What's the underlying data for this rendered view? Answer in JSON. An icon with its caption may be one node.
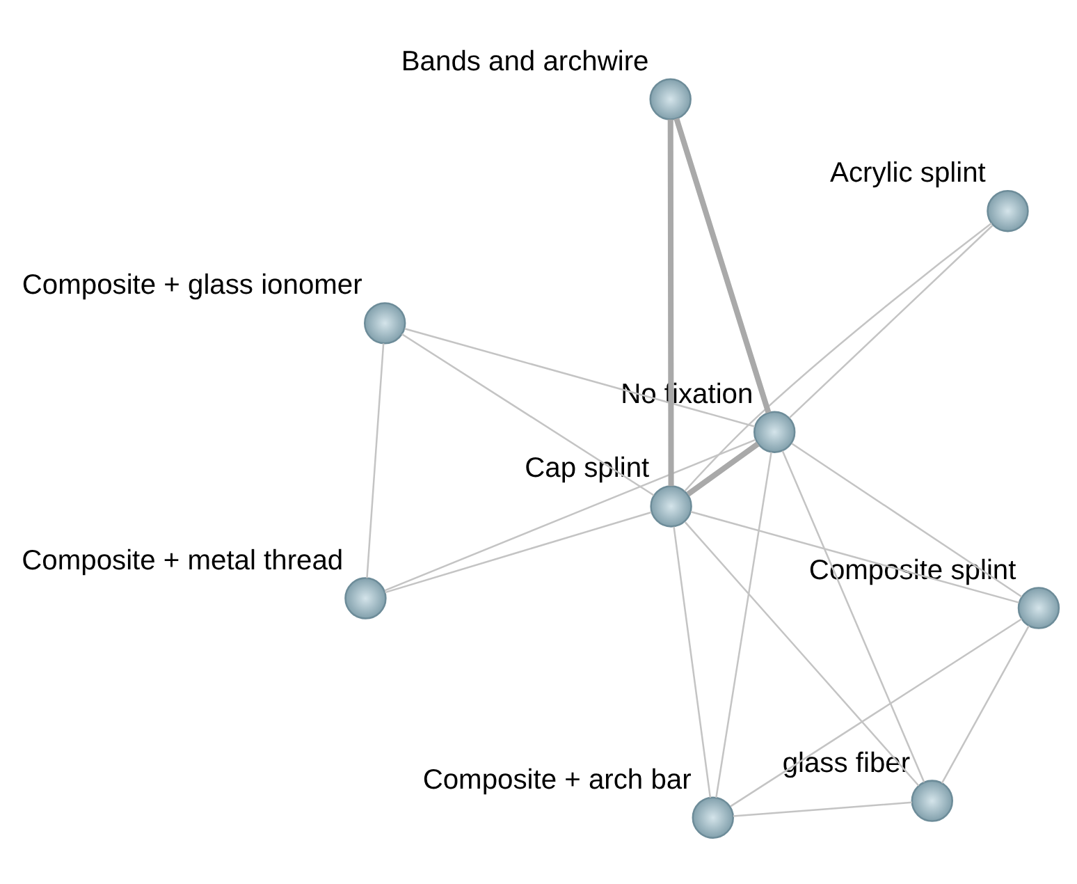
{
  "diagram": {
    "nodes": [
      {
        "text": [
          "Composite + glass ionomer"
        ]
      },
      {
        "text": [
          "Acrylic splint"
        ]
      },
      {
        "text": [
          "Composite + metal thread"
        ]
      },
      {
        "text": [
          "Bands and archwire"
        ]
      },
      {
        "text": [
          "No fixation"
        ]
      },
      {
        "text": [
          "Cap splint"
        ]
      },
      {
        "text": [
          "Composite + arch bar"
        ]
      },
      {
        "text": [
          "Composite splint"
        ]
      },
      {
        "text": [
          "glass fiber"
        ]
      }
    ],
    "edges": [
      {
        "from": 1,
        "to": 4,
        "arrow": "none"
      },
      {
        "from": 1,
        "to": 5,
        "arrow": "none"
      },
      {
        "from": 3,
        "to": 4,
        "arrow": "none",
        "style": "thick"
      },
      {
        "from": 3,
        "to": 5,
        "arrow": "none",
        "style": "thick"
      },
      {
        "from": 4,
        "to": 5,
        "arrow": "none",
        "style": "thick"
      },
      {
        "from": 0,
        "to": 4,
        "arrow": "none"
      },
      {
        "from": 0,
        "to": 5,
        "arrow": "none"
      },
      {
        "from": 0,
        "to": 2,
        "arrow": "none"
      },
      {
        "from": 2,
        "to": 4,
        "arrow": "none"
      },
      {
        "from": 2,
        "to": 5,
        "arrow": "none"
      },
      {
        "from": 4,
        "to": 7,
        "arrow": "none"
      },
      {
        "from": 4,
        "to": 8,
        "arrow": "none"
      },
      {
        "from": 4,
        "to": 6,
        "arrow": "none"
      },
      {
        "from": 5,
        "to": 7,
        "arrow": "none"
      },
      {
        "from": 5,
        "to": 8,
        "arrow": "none"
      },
      {
        "from": 5,
        "to": 6,
        "arrow": "none"
      },
      {
        "from": 7,
        "to": 6,
        "arrow": "none"
      },
      {
        "from": 7,
        "to": 8,
        "arrow": "none"
      },
      {
        "from": 6,
        "to": 8,
        "arrow": "none"
      }
    ]
  }
}
